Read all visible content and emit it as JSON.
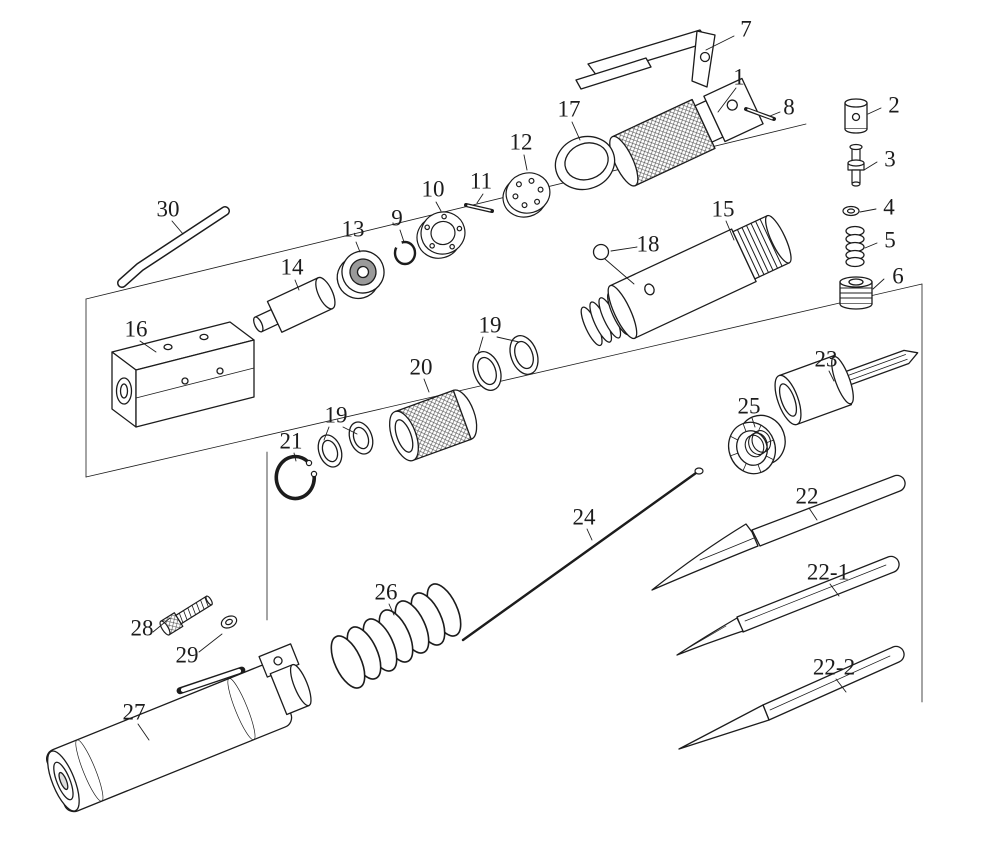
{
  "figure": {
    "ink": "#1c1c1c",
    "background": "#ffffff"
  },
  "labels": {
    "p1": "1",
    "p2": "2",
    "p3": "3",
    "p4": "4",
    "p5": "5",
    "p6": "6",
    "p7": "7",
    "p8": "8",
    "p9": "9",
    "p10": "10",
    "p11": "11",
    "p12": "12",
    "p13": "13",
    "p14": "14",
    "p15": "15",
    "p16": "16",
    "p17": "17",
    "p18": "18",
    "p19a": "19",
    "p19b": "19",
    "p20": "20",
    "p21": "21",
    "p22": "22",
    "p22_1": "22-1",
    "p22_2": "22-2",
    "p23": "23",
    "p24": "24",
    "p25": "25",
    "p26": "26",
    "p27": "27",
    "p28": "28",
    "p29": "29",
    "p30": "30"
  }
}
